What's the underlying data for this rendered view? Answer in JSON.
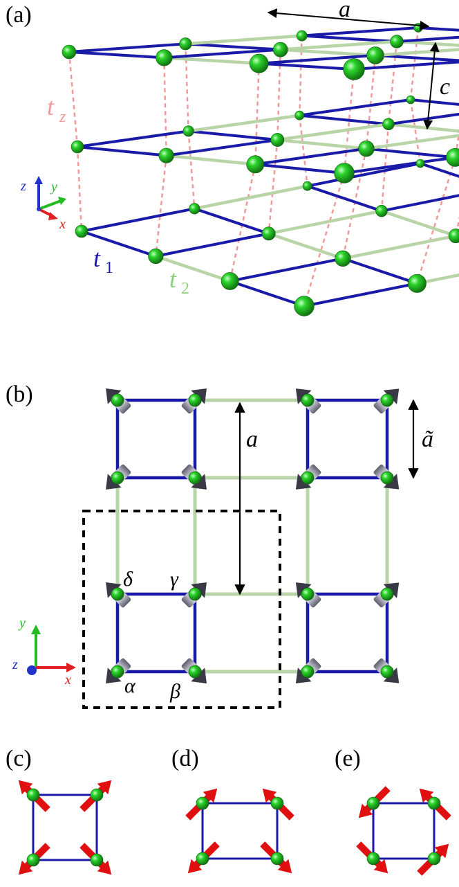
{
  "colors": {
    "t1": "#1a1aa8",
    "t2": "#b9d4a6",
    "tz": "#f29a9a",
    "atom": "#2bd32b",
    "atom_dark": "#178c17",
    "arrow_red": "#e01010",
    "axis_x": "#e02020",
    "axis_y": "#22bb22",
    "axis_z": "#2233cc",
    "dash_box": "#000000"
  },
  "panels": {
    "a": {
      "label": "(a)",
      "dim_a": "a",
      "dim_c": "c",
      "hop_z": "t",
      "hop_z_sub": "z",
      "hop_1": "t",
      "hop_1_sub": "1",
      "hop_2": "t",
      "hop_2_sub": "2",
      "axes": {
        "x": "x",
        "y": "y",
        "z": "z"
      }
    },
    "b": {
      "label": "(b)",
      "dim_a": "a",
      "dim_atilde": "ã",
      "site_alpha": "α",
      "site_beta": "β",
      "site_gamma": "γ",
      "site_delta": "δ",
      "axes": {
        "x": "x",
        "y": "y",
        "z": "z"
      }
    },
    "c": {
      "label": "(c)"
    },
    "d": {
      "label": "(d)"
    },
    "e": {
      "label": "(e)"
    }
  }
}
